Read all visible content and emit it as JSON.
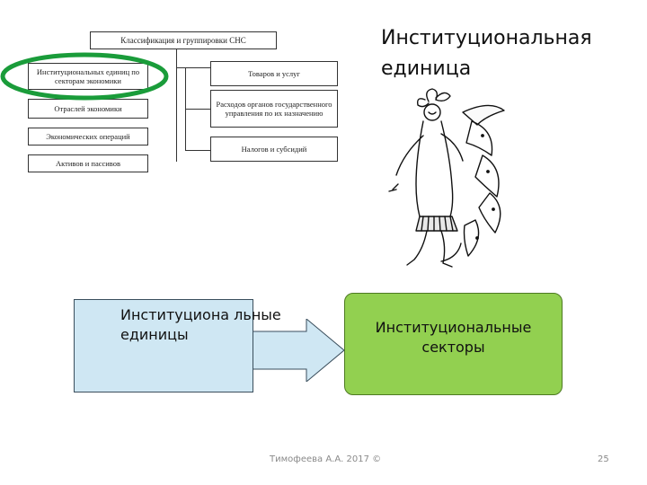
{
  "tree": {
    "root": "Классификация и группировки СНС",
    "left": [
      "Институциональных единиц по секторам экономики",
      "Отраслей экономики",
      "Экономических операций",
      "Активов и пассивов"
    ],
    "right": [
      "Товаров и услуг",
      "Расходов органов государственного управления по их назначению",
      "Налогов и субсидий"
    ]
  },
  "title": "Институциональная единица",
  "blue_box_text": "Институциона льные единицы",
  "green_box_text": "Институциональные секторы",
  "footer": {
    "author": "Тимофеева А.А. 2017 ©",
    "page": "25"
  },
  "colors": {
    "blue_box": "#cfe7f3",
    "green_box": "#92d050",
    "highlight_ellipse": "#1a9c3a"
  }
}
